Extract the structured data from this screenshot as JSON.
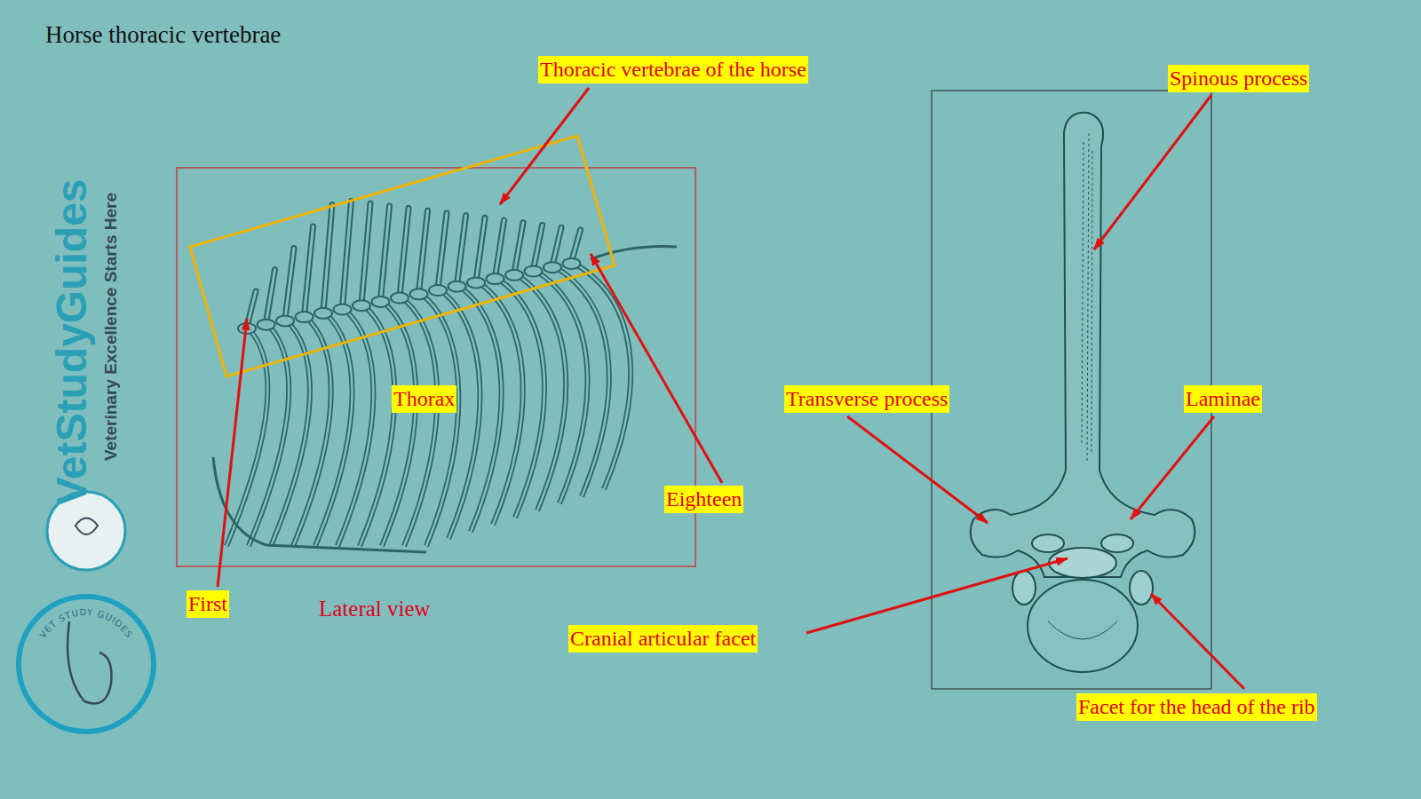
{
  "diagram": {
    "title": "Horse thoracic vertebrae",
    "labels": [
      "Thoracic vertebrae of the horse",
      "Spinous process",
      "Thorax",
      "Transverse process",
      "Laminae",
      "Eighteen",
      "First",
      "Lateral view",
      "Cranial articular facet",
      "Facet for the head of the rib",
      "VetStudyGuides",
      "Veterinary Excellence Starts Here",
      "VET STUDY GUIDES"
    ]
  }
}
